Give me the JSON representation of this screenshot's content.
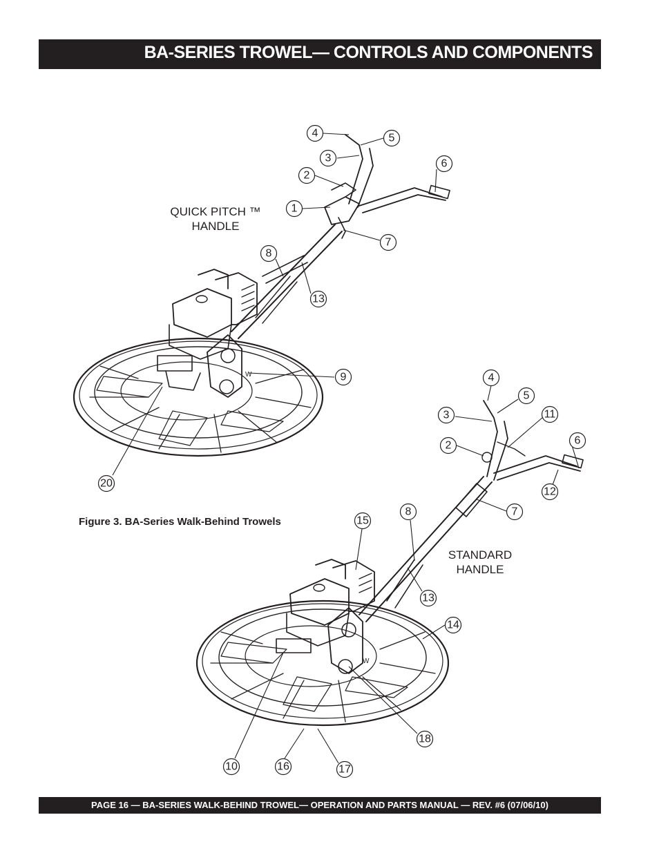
{
  "header": {
    "title": "BA-SERIES TROWEL— CONTROLS  AND COMPONENTS"
  },
  "figure": {
    "caption": "Figure 3. BA-Series Walk-Behind Trowels",
    "quick_pitch_label_line1": "QUICK PITCH ™",
    "quick_pitch_label_line2": "HANDLE",
    "standard_label_line1": "STANDARD",
    "standard_label_line2": "HANDLE",
    "top_callouts": [
      "4",
      "5",
      "3",
      "6",
      "2",
      "1",
      "7",
      "8",
      "13",
      "9",
      "20"
    ],
    "bottom_callouts": [
      "4",
      "5",
      "3",
      "11",
      "6",
      "2",
      "12",
      "8",
      "7",
      "15",
      "13",
      "14",
      "18",
      "10",
      "16",
      "17"
    ]
  },
  "footer": {
    "text": "PAGE 16 — BA-SERIES  WALK-BEHIND TROWEL— OPERATION AND PARTS MANUAL — REV. #6 (07/06/10)"
  }
}
